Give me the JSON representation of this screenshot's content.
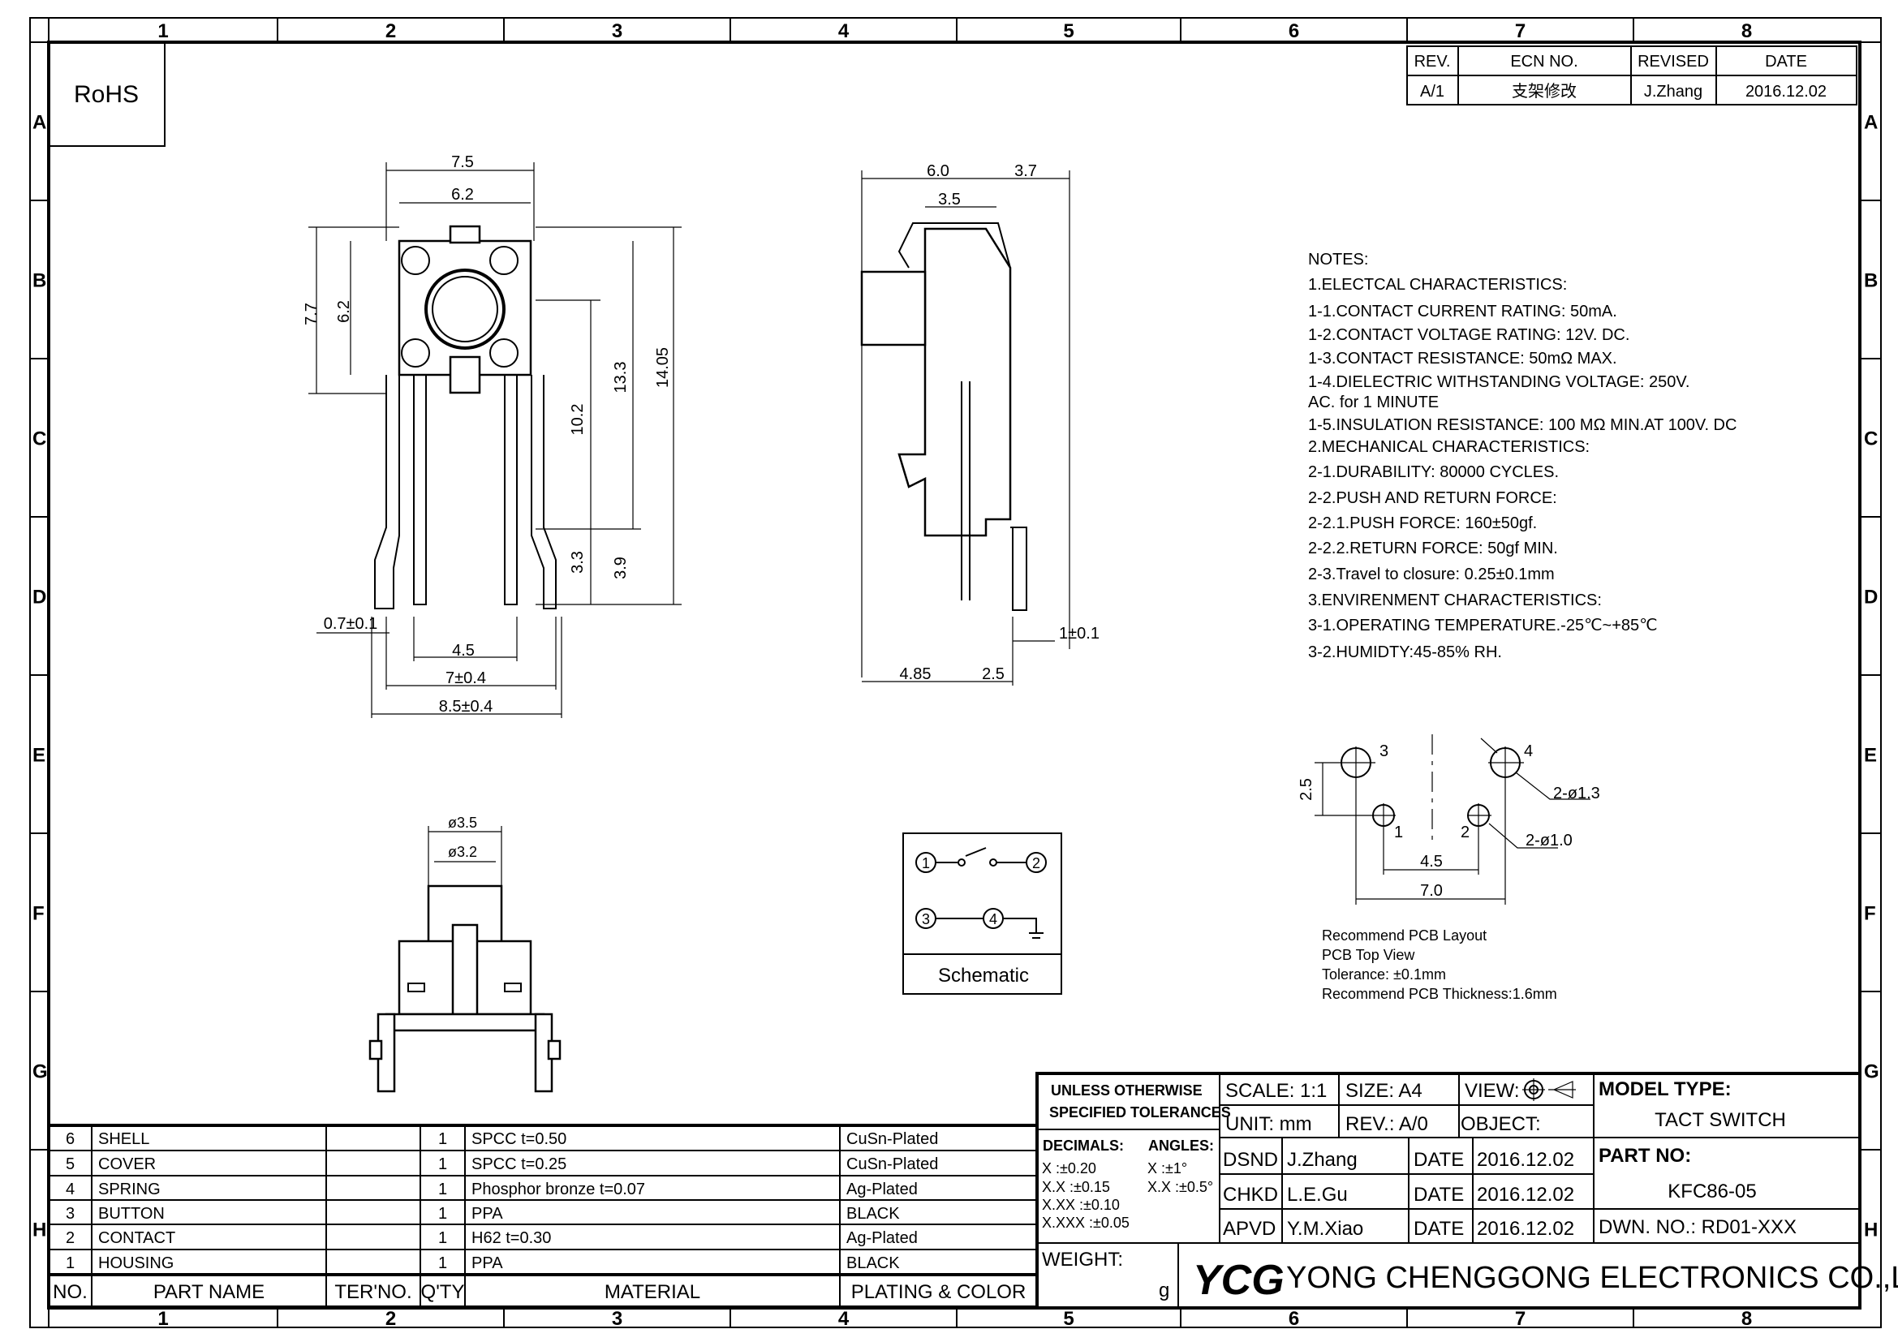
{
  "frame": {
    "columns": [
      "1",
      "2",
      "3",
      "4",
      "5",
      "6",
      "7",
      "8"
    ],
    "rows": [
      "A",
      "B",
      "C",
      "D",
      "E",
      "F",
      "G",
      "H"
    ]
  },
  "rohs": "RoHS",
  "revision": {
    "headers": [
      "REV.",
      "ECN NO.",
      "REVISED",
      "DATE"
    ],
    "row": [
      "A/1",
      "支架修改",
      "J.Zhang",
      "2016.12.02"
    ]
  },
  "notes": [
    "NOTES:",
    "1.ELECTCAL  CHARACTERISTICS:",
    " 1-1.CONTACT  CURRENT  RATING:   50mA.",
    " 1-2.CONTACT  VOLTAGE  RATING: 12V.  DC.",
    " 1-3.CONTACT  RESISTANCE: 50mΩ  MAX.",
    " 1-4.DIELECTRIC  WITHSTANDING  VOLTAGE: 250V.",
    " AC.  for  1  MINUTE",
    " 1-5.INSULATION  RESISTANCE: 100  MΩ  MIN.AT  100V.  DC",
    "2.MECHANICAL  CHARACTERISTICS:",
    "  2-1.DURABILITY: 80000  CYCLES.",
    "  2-2.PUSH  AND  RETURN  FORCE:",
    "  2-2.1.PUSH  FORCE:  160±50gf.",
    "  2-2.2.RETURN  FORCE: 50gf  MIN.",
    "  2-3.Travel  to  closure:   0.25±0.1mm",
    "3.ENVIRENMENT  CHARACTERISTICS:",
    "  3-1.OPERATING  TEMPERATURE.-25℃~+85℃",
    "  3-2.HUMIDTY:45-85%  RH."
  ],
  "front_view": {
    "dims": [
      "7.5",
      "6.2",
      "7.7",
      "6.2",
      "13.3",
      "14.05",
      "10.2",
      "3.3",
      "3.9",
      "0.7±0.1",
      "4.5",
      "7±0.4",
      "8.5±0.4"
    ]
  },
  "side_view": {
    "dims": [
      "6.0",
      "3.7",
      "3.5",
      "1±0.1",
      "4.85",
      "2.5"
    ]
  },
  "bottom_view": {
    "dims": [
      "ø3.5",
      "ø3.2"
    ]
  },
  "schematic": {
    "pins": [
      "1",
      "2",
      "3",
      "4"
    ],
    "label": "Schematic"
  },
  "pcb_layout": {
    "pins": [
      "3",
      "4",
      "1",
      "2"
    ],
    "dims": [
      "2.5",
      "2-ø1.3",
      "2-ø1.0",
      "4.5",
      "7.0"
    ],
    "notes": [
      "Recommend  PCB  Layout",
      "PCB  Top  View",
      "Tolerance:  ±0.1mm",
      "Recommend  PCB  Thickness:1.6mm"
    ]
  },
  "bom": {
    "headers": [
      "NO.",
      "PART NAME",
      "TER'NO.",
      "Q'TY",
      "MATERIAL",
      "PLATING & COLOR"
    ],
    "rows": [
      [
        "6",
        "SHELL",
        "",
        "1",
        "SPCC  t=0.50",
        "CuSn-Plated"
      ],
      [
        "5",
        "COVER",
        "",
        "1",
        "SPCC  t=0.25",
        "CuSn-Plated"
      ],
      [
        "4",
        "SPRING",
        "",
        "1",
        "Phosphor  bronze     t=0.07",
        "Ag-Plated"
      ],
      [
        "3",
        "BUTTON",
        "",
        "1",
        "PPA",
        "BLACK"
      ],
      [
        "2",
        "CONTACT",
        "",
        "1",
        "H62  t=0.30",
        "Ag-Plated"
      ],
      [
        "1",
        "HOUSING",
        "",
        "1",
        "PPA",
        "BLACK"
      ]
    ]
  },
  "title_block": {
    "tolerance_title": [
      "UNLESS  OTHERWISE",
      "SPECIFIED  TOLERANCES"
    ],
    "decimals_label": "DECIMALS:",
    "angles_label": "ANGLES:",
    "decimals": [
      "X      :±0.20",
      "X.X    :±0.15",
      "X.XX  :±0.10",
      "X.XXX :±0.05"
    ],
    "angles": [
      "X   :±1°",
      "X.X :±0.5°"
    ],
    "scale": "SCALE:  1:1",
    "size": "SIZE:  A4",
    "view": "VIEW:",
    "unit": "UNIT:  mm",
    "rev": "REV.:  A/0",
    "object": "OBJECT:",
    "model_type_label": "MODEL  TYPE:",
    "model_type": "TACT  SWITCH",
    "part_no_label": "PART  NO:",
    "part_no": "KFC86-05",
    "dwn_no": "DWN.  NO.:  RD01-XXX",
    "approvals": [
      {
        "role": "DSND",
        "name": "J.Zhang",
        "date_label": "DATE",
        "date": "2016.12.02"
      },
      {
        "role": "CHKD",
        "name": "L.E.Gu",
        "date_label": "DATE",
        "date": "2016.12.02"
      },
      {
        "role": "APVD",
        "name": "Y.M.Xiao",
        "date_label": "DATE",
        "date": "2016.12.02"
      }
    ],
    "weight_label": "WEIGHT:",
    "weight_unit": "g",
    "logo": "YCG",
    "company": "YONG  CHENGGONG  ELECTRONICS  CO.,LTD."
  }
}
